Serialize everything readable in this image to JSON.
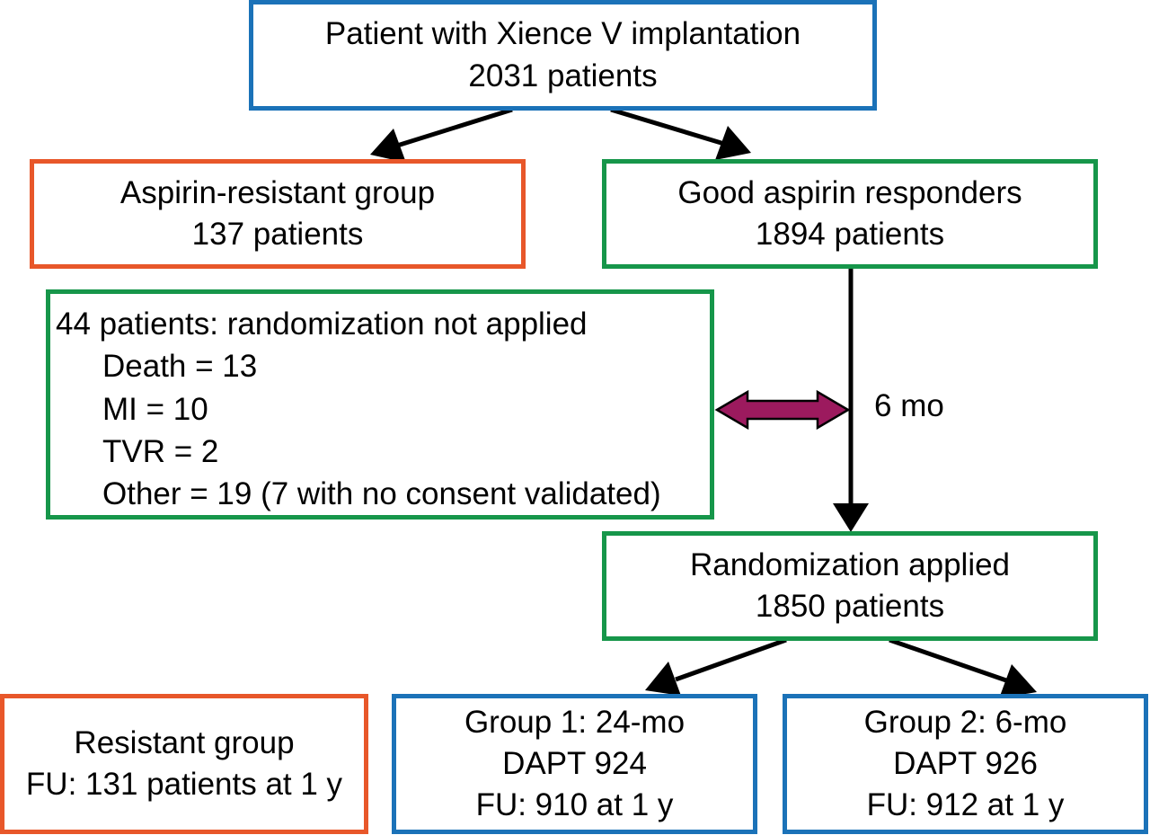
{
  "boxes": {
    "top": {
      "line1": "Patient with Xience V implantation",
      "line2": "2031 patients"
    },
    "resistant": {
      "line1": "Aspirin-resistant group",
      "line2": "137 patients"
    },
    "responders": {
      "line1": "Good aspirin responders",
      "line2": "1894 patients"
    },
    "excluded": {
      "header": "44 patients: randomization not applied",
      "items": [
        "Death = 13",
        "MI = 10",
        "TVR = 2",
        "Other = 19 (7 with no consent validated)"
      ]
    },
    "randomized": {
      "line1": "Randomization applied",
      "line2": "1850 patients"
    },
    "resistant_fu": {
      "line1": "Resistant group",
      "line2": "FU: 131 patients at 1 y"
    },
    "group1": {
      "line1": "Group 1: 24-mo",
      "line2": "DAPT 924",
      "line3": "FU: 910 at 1 y"
    },
    "group2": {
      "line1": "Group 2: 6-mo",
      "line2": "DAPT 926",
      "line3": "FU: 912 at 1 y"
    }
  },
  "timeline_label": "6 mo",
  "colors": {
    "blue": "#1b72b8",
    "green": "#16964a",
    "orange": "#e8572a",
    "arrow": "#000000",
    "double_arrow": "#9c1a5e"
  }
}
